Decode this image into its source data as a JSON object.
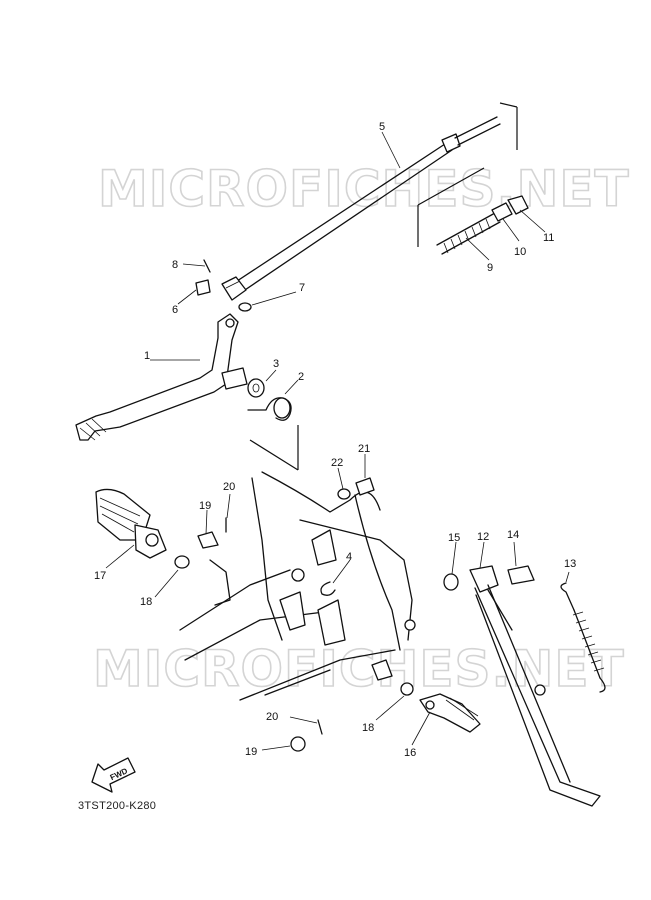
{
  "watermark": "MICROFICHES.NET",
  "diagram_code": "3TST200-K280",
  "fwd_label": "FWD",
  "callouts": [
    "1",
    "2",
    "3",
    "4",
    "5",
    "6",
    "7",
    "8",
    "9",
    "10",
    "11",
    "12",
    "13",
    "14",
    "15",
    "16",
    "17",
    "18",
    "18",
    "19",
    "19",
    "20",
    "20",
    "21",
    "22"
  ]
}
